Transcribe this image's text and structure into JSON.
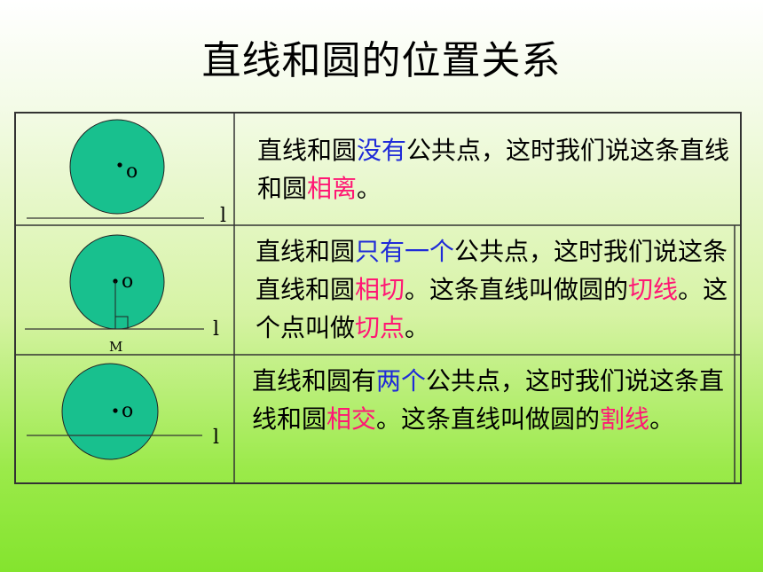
{
  "title": "直线和圆的位置关系",
  "rows": [
    {
      "figure": {
        "center_label": "o",
        "line_label": "l"
      },
      "text": [
        {
          "t": "直线和圆",
          "c": ""
        },
        {
          "t": "没有",
          "c": "blue"
        },
        {
          "t": "公共点，这时我们说这条直线和圆",
          "c": ""
        },
        {
          "t": "相离",
          "c": "pink"
        },
        {
          "t": "。",
          "c": ""
        }
      ]
    },
    {
      "figure": {
        "center_label": "o",
        "line_label": "l",
        "point_label": "M"
      },
      "text": [
        {
          "t": "直线和圆",
          "c": ""
        },
        {
          "t": "只有一个",
          "c": "blue"
        },
        {
          "t": "公共点，这时我们说这条直线和圆",
          "c": ""
        },
        {
          "t": "相切",
          "c": "pink"
        },
        {
          "t": "。这条直线叫做圆的",
          "c": ""
        },
        {
          "t": "切线",
          "c": "pink"
        },
        {
          "t": "。这个点叫做",
          "c": ""
        },
        {
          "t": "切点",
          "c": "pink"
        },
        {
          "t": "。",
          "c": ""
        }
      ]
    },
    {
      "figure": {
        "center_label": "o",
        "line_label": "l"
      },
      "text": [
        {
          "t": "直线和圆有",
          "c": ""
        },
        {
          "t": "两个",
          "c": "blue"
        },
        {
          "t": "公共点，这时我们说这条直线和圆",
          "c": ""
        },
        {
          "t": "相交",
          "c": "pink"
        },
        {
          "t": "。这条直线叫做圆的",
          "c": ""
        },
        {
          "t": "割线",
          "c": "pink"
        },
        {
          "t": "。",
          "c": ""
        }
      ]
    }
  ],
  "colors": {
    "circle_fill": "#18c08e",
    "emphasis_blue": "#1f2bd8",
    "emphasis_pink": "#ff1774"
  }
}
